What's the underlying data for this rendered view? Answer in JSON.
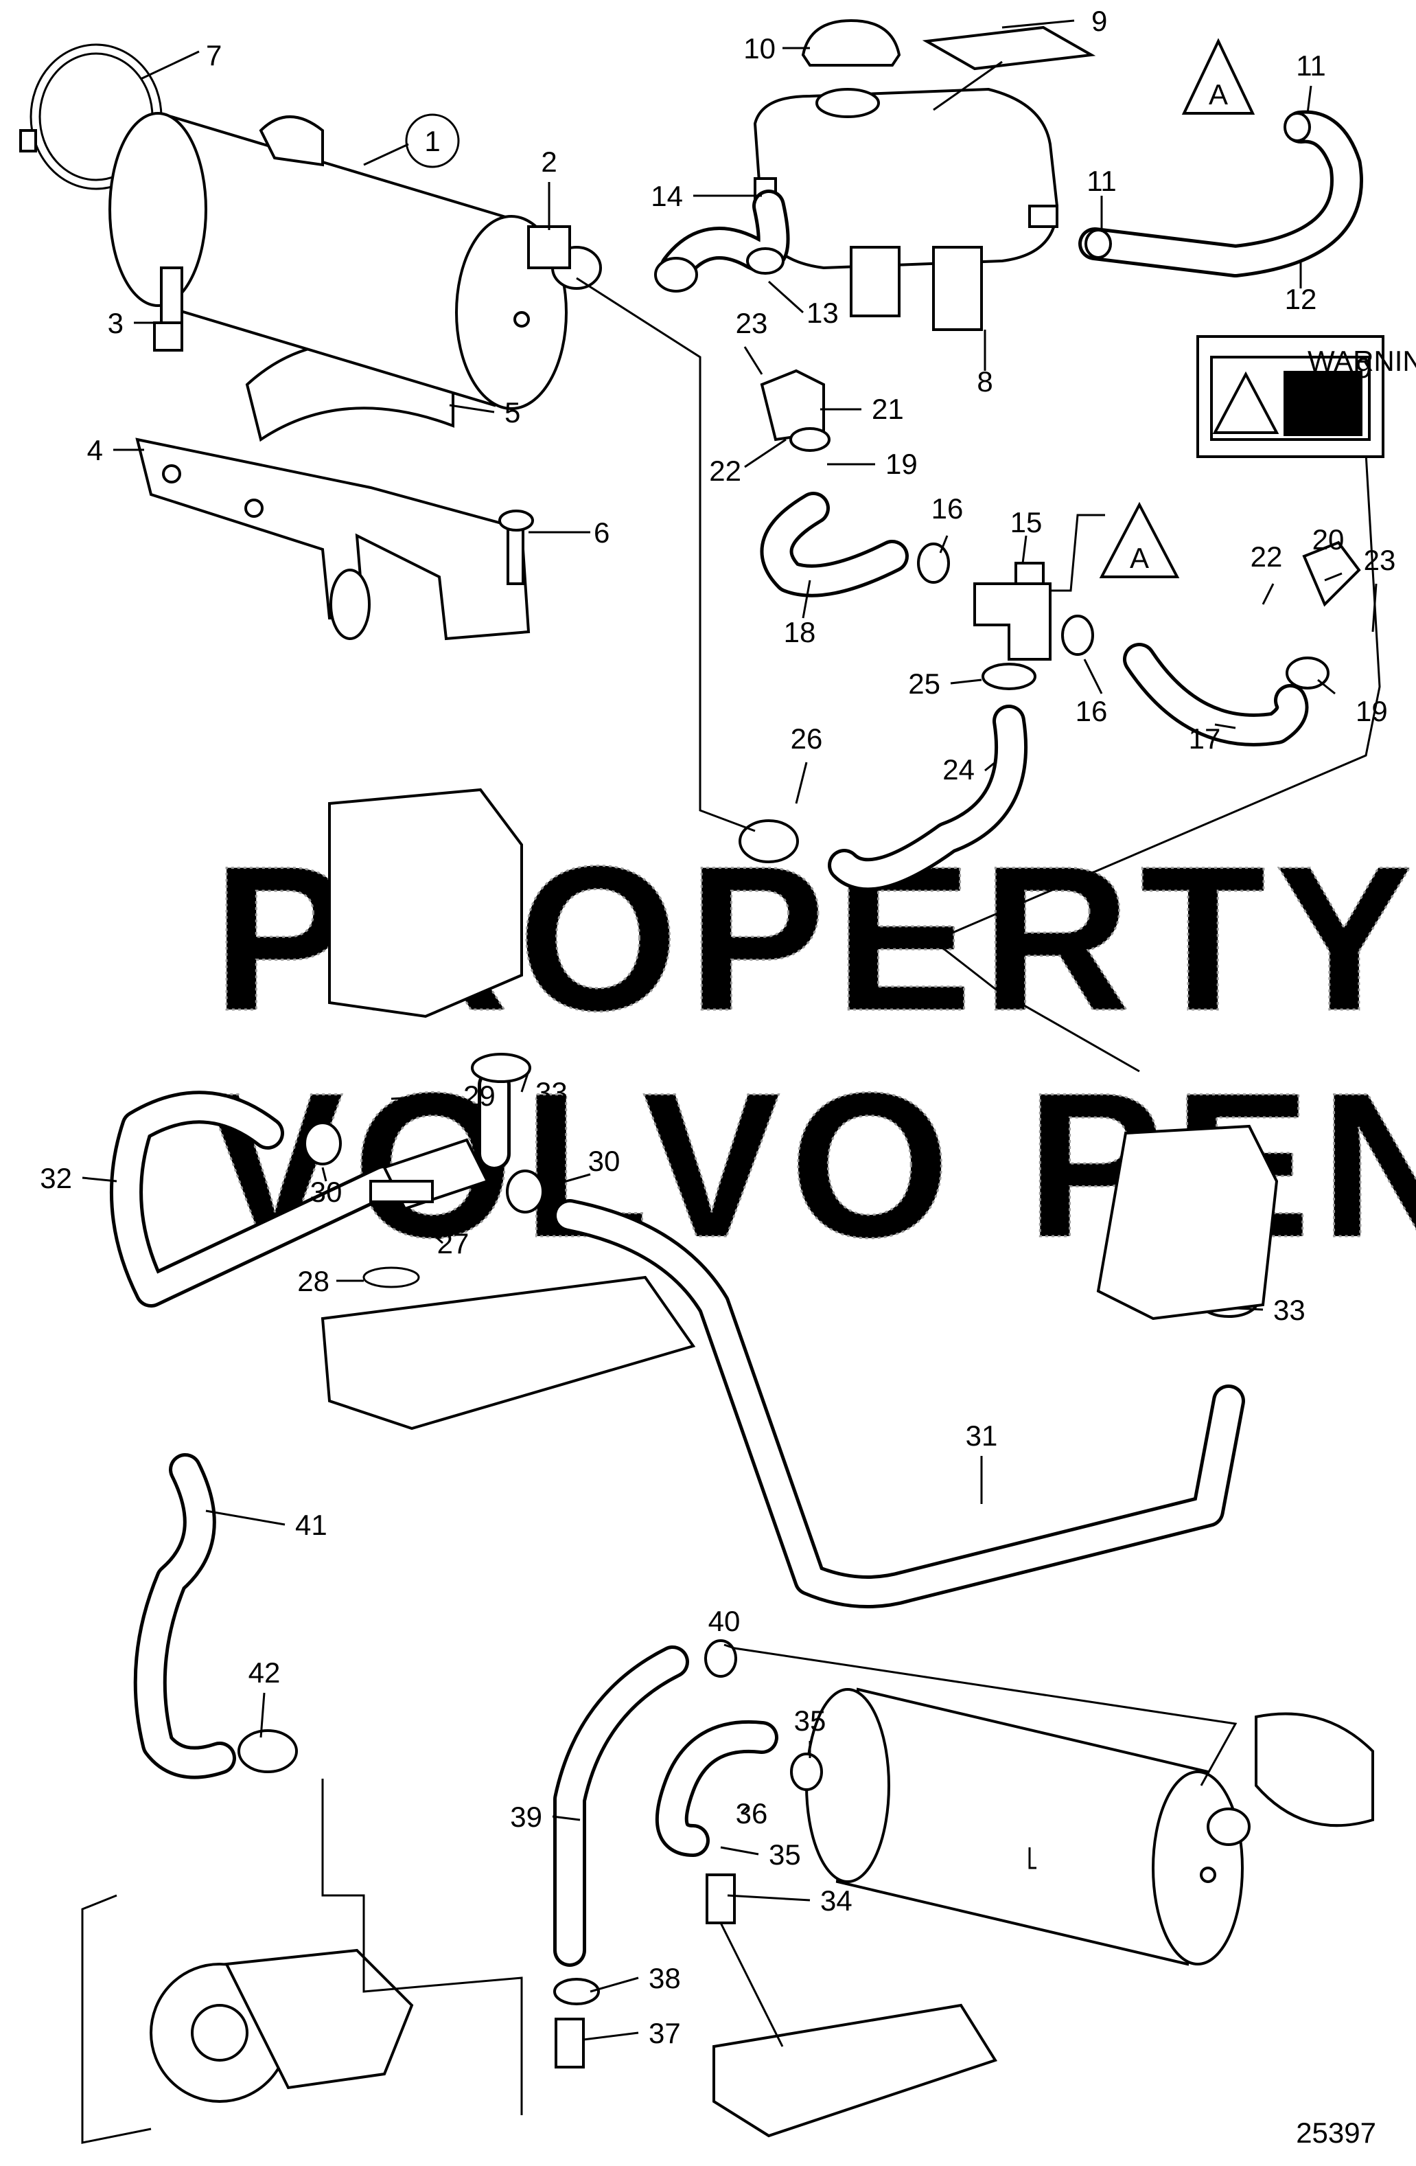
{
  "watermark": {
    "line1": "PROPERTY OF",
    "line2": "VOLVO PENTA"
  },
  "figure_number": "25397",
  "warning_label": {
    "text": "WARNING",
    "callout": "9"
  },
  "reference_marks": [
    "A",
    "A"
  ],
  "callouts": [
    "1",
    "2",
    "3",
    "4",
    "5",
    "6",
    "7",
    "8",
    "9",
    "10",
    "11",
    "11",
    "12",
    "13",
    "14",
    "15",
    "16",
    "16",
    "17",
    "18",
    "19",
    "19",
    "20",
    "21",
    "22",
    "22",
    "23",
    "23",
    "24",
    "25",
    "26",
    "27",
    "28",
    "29",
    "30",
    "30",
    "31",
    "32",
    "33",
    "33",
    "34",
    "35",
    "35",
    "36",
    "37",
    "38",
    "39",
    "40",
    "41",
    "42"
  ]
}
